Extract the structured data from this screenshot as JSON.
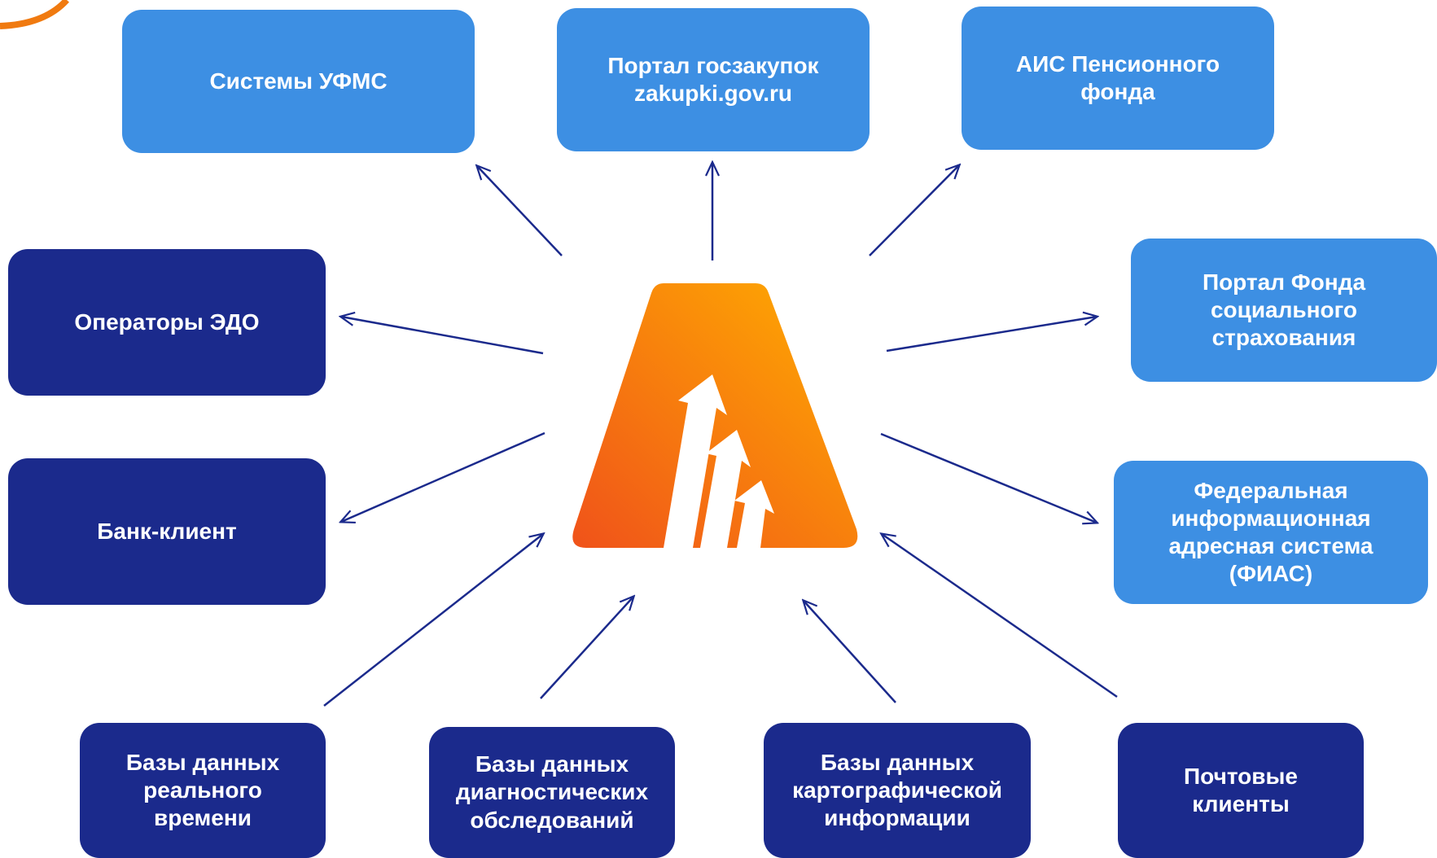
{
  "outgoing": [
    {
      "id": "ufms",
      "label": "Системы УФМС",
      "color": "#3d8fe3"
    },
    {
      "id": "zakupki",
      "label": "Портал госзакупок\nzakupki.gov.ru",
      "color": "#3d8fe3"
    },
    {
      "id": "pfr",
      "label": "АИС Пенсионного\nфонда",
      "color": "#3d8fe3"
    },
    {
      "id": "fss",
      "label": "Портал Фонда\nсоциального\nстрахования",
      "color": "#3d8fe3"
    },
    {
      "id": "edo",
      "label": "Операторы ЭДО",
      "color": "#1b2a8c"
    },
    {
      "id": "bank",
      "label": "Банк-клиент",
      "color": "#1b2a8c"
    },
    {
      "id": "fias",
      "label": "Федеральная\nинформационная\nадресная система\n(ФИАС)",
      "color": "#3d8fe3"
    }
  ],
  "incoming": [
    {
      "id": "realtime-db",
      "label": "Базы данных\nреального\nвремени",
      "color": "#1b2a8c"
    },
    {
      "id": "diagnostic-db",
      "label": "Базы данных\nдиагностических\nобследований",
      "color": "#1b2a8c"
    },
    {
      "id": "cartographic-db",
      "label": "Базы данных\nкартографической\nинформации",
      "color": "#1b2a8c"
    },
    {
      "id": "mail-clients",
      "label": "Почтовые\nклиенты",
      "color": "#1b2a8c"
    }
  ],
  "colors": {
    "arrow": "#1b2a8c",
    "logo_gradient_start": "#f0521a",
    "logo_gradient_end": "#ffae00",
    "corner_ring": "#f07a10"
  },
  "center_icon": "triangle-logo-with-rising-arrows"
}
